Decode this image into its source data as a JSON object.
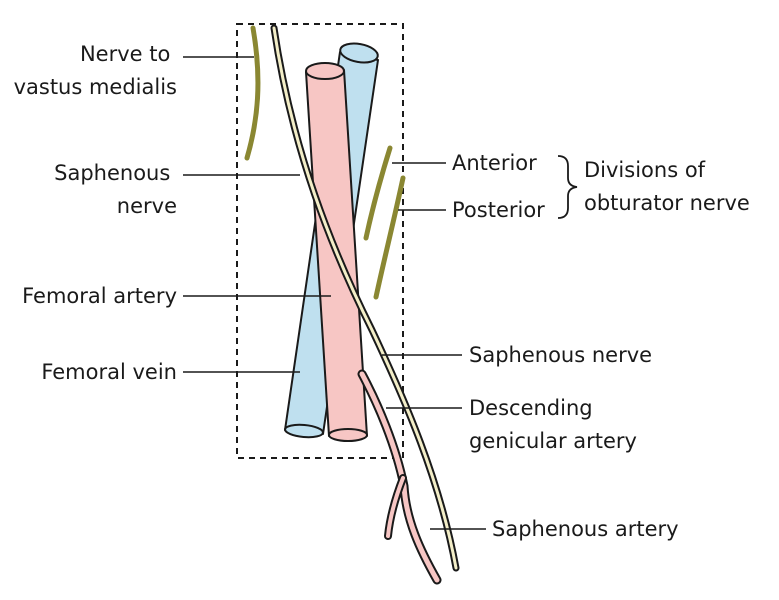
{
  "labels": {
    "nerve_to_vastus_medialis": [
      "Nerve to",
      "vastus medialis"
    ],
    "saphenous_nerve_left": [
      "Saphenous",
      "nerve"
    ],
    "femoral_artery": "Femoral artery",
    "femoral_vein": "Femoral vein",
    "anterior": "Anterior",
    "posterior": "Posterior",
    "divisions_of_obturator_nerve": [
      "Divisions of",
      "obturator nerve"
    ],
    "saphenous_nerve_right": "Saphenous nerve",
    "descending_genicular_artery": [
      "Descending",
      "genicular artery"
    ],
    "saphenous_artery": "Saphenous artery"
  },
  "colors": {
    "artery": "#f7c6c4",
    "vein": "#bfe0ef",
    "nerve": "#8a8732",
    "outline": "#1a1a1a"
  }
}
